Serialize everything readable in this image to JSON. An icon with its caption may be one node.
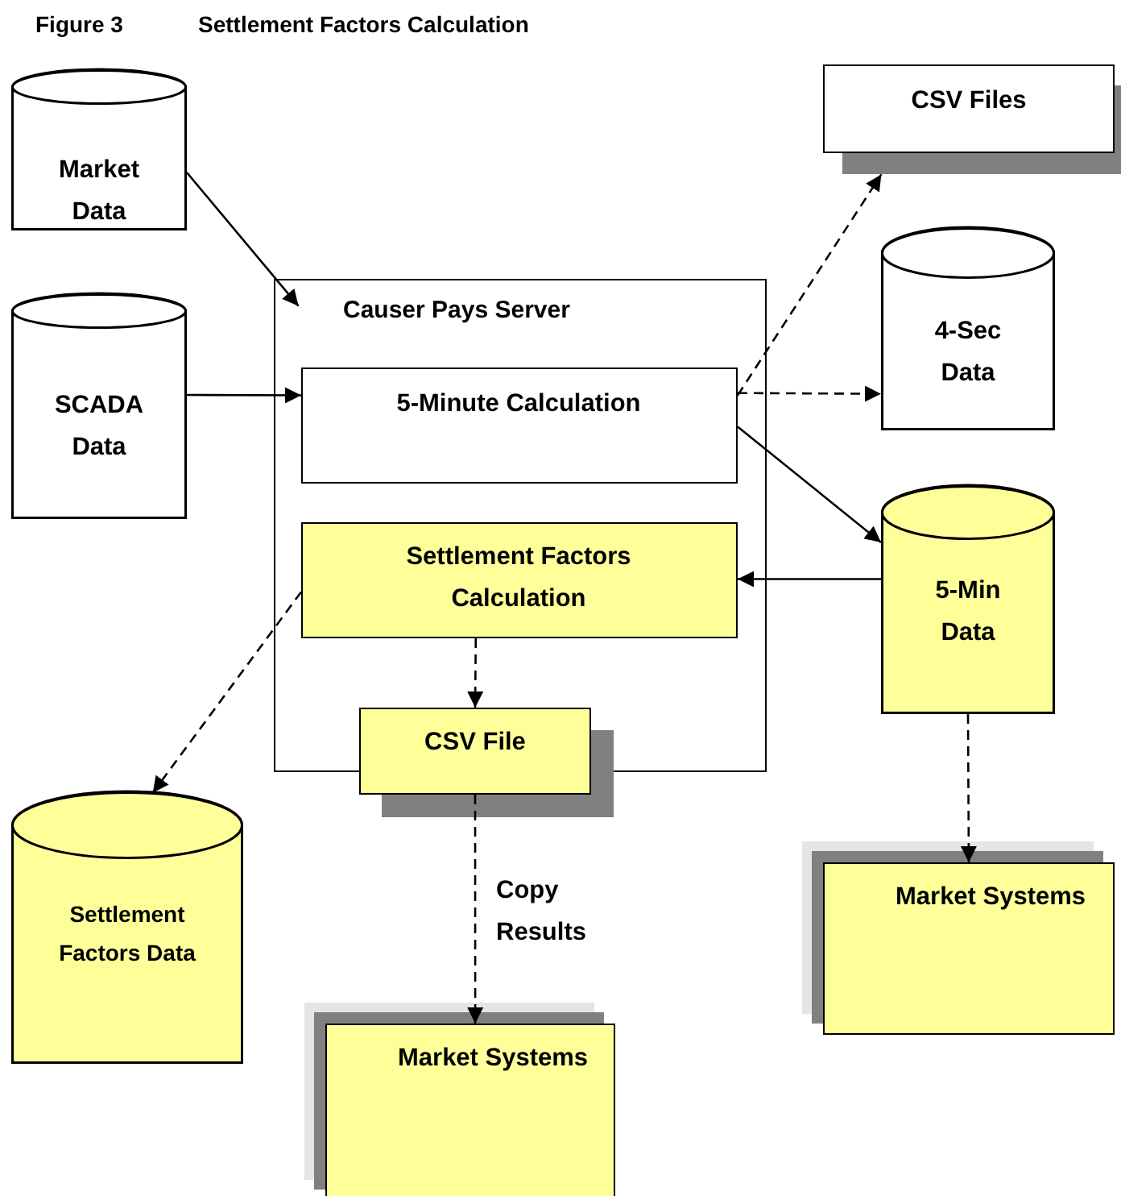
{
  "diagram": {
    "title": "Settlement Factors Calculation",
    "labels": [
      "Figure 3"
    ],
    "nodes": [
      {
        "text": [
          "Market Data"
        ]
      },
      {
        "text": [
          "SCADA Data"
        ]
      },
      {
        "text": [
          "Causer Pays Server"
        ]
      },
      {
        "text": [
          "5-Minute Calculation"
        ],
        "in": 2
      },
      {
        "text": [
          "Settlement Factors Calculation"
        ],
        "in": 2
      },
      {
        "text": [
          "CSV File"
        ]
      },
      {
        "text": [
          "CSV Files"
        ]
      },
      {
        "text": [
          "4-Sec Data"
        ]
      },
      {
        "text": [
          "5-Min Data"
        ]
      },
      {
        "text": [
          "Settlement Factors Data"
        ]
      },
      {
        "text": [
          "Market Systems"
        ]
      },
      {
        "text": [
          "Market Systems"
        ]
      }
    ],
    "edges": [
      {
        "from": 0,
        "to": 2,
        "arrow": "to"
      },
      {
        "from": 1,
        "to": 3,
        "arrow": "to"
      },
      {
        "from": 3,
        "to": 6,
        "arrow": "to",
        "style": "dashed"
      },
      {
        "from": 3,
        "to": 7,
        "arrow": "to",
        "style": "dashed"
      },
      {
        "from": 3,
        "to": 8,
        "arrow": "to"
      },
      {
        "from": 8,
        "to": 4,
        "arrow": "to"
      },
      {
        "from": 4,
        "to": 9,
        "arrow": "to",
        "style": "dashed"
      },
      {
        "from": 4,
        "to": 5,
        "arrow": "to",
        "style": "dashed"
      },
      {
        "from": 5,
        "to": 10,
        "arrow": "to",
        "style": "dashed",
        "label": "Copy Results"
      },
      {
        "from": 8,
        "to": 11,
        "arrow": "to",
        "style": "dashed"
      }
    ]
  }
}
